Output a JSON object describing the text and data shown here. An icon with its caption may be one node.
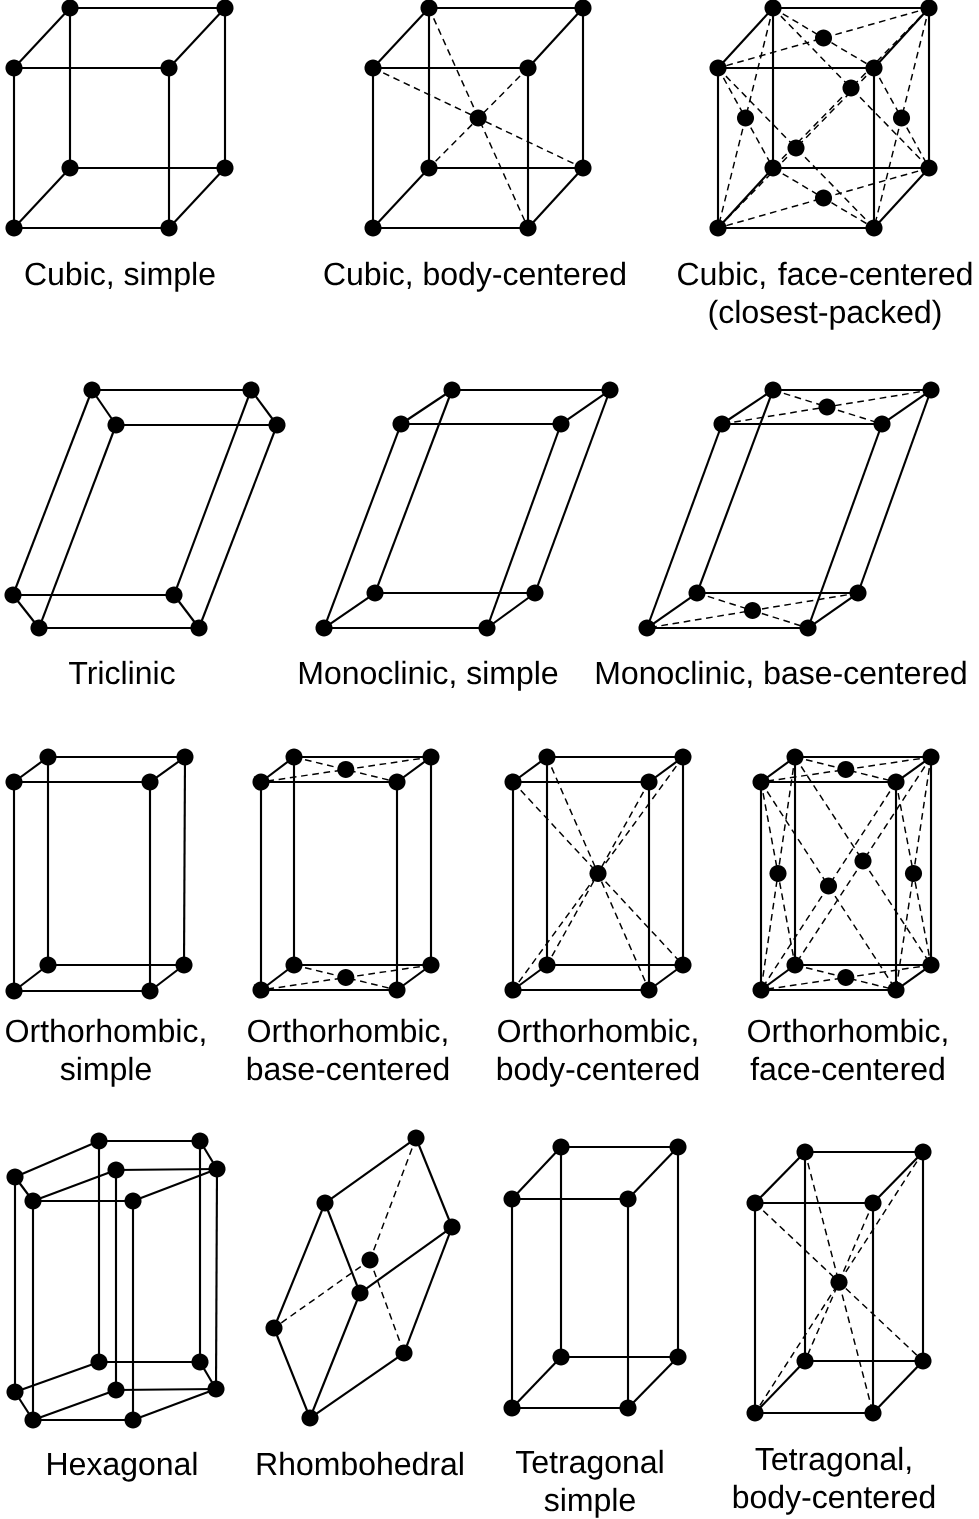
{
  "diagram": {
    "labels": [
      "Cubic, simple",
      "Cubic, body-centered",
      "Cubic, face-centered (closest-packed)",
      "Triclinic",
      "Monoclinic, simple",
      "Monoclinic, base-centered",
      "Orthorhombic, simple",
      "Orthorhombic, base-centered",
      "Orthorhombic, body-centered",
      "Orthorhombic, face-centered",
      "Hexagonal",
      "Rhombohedral",
      "Tetragonal simple",
      "Tetragonal, body-centered"
    ]
  }
}
